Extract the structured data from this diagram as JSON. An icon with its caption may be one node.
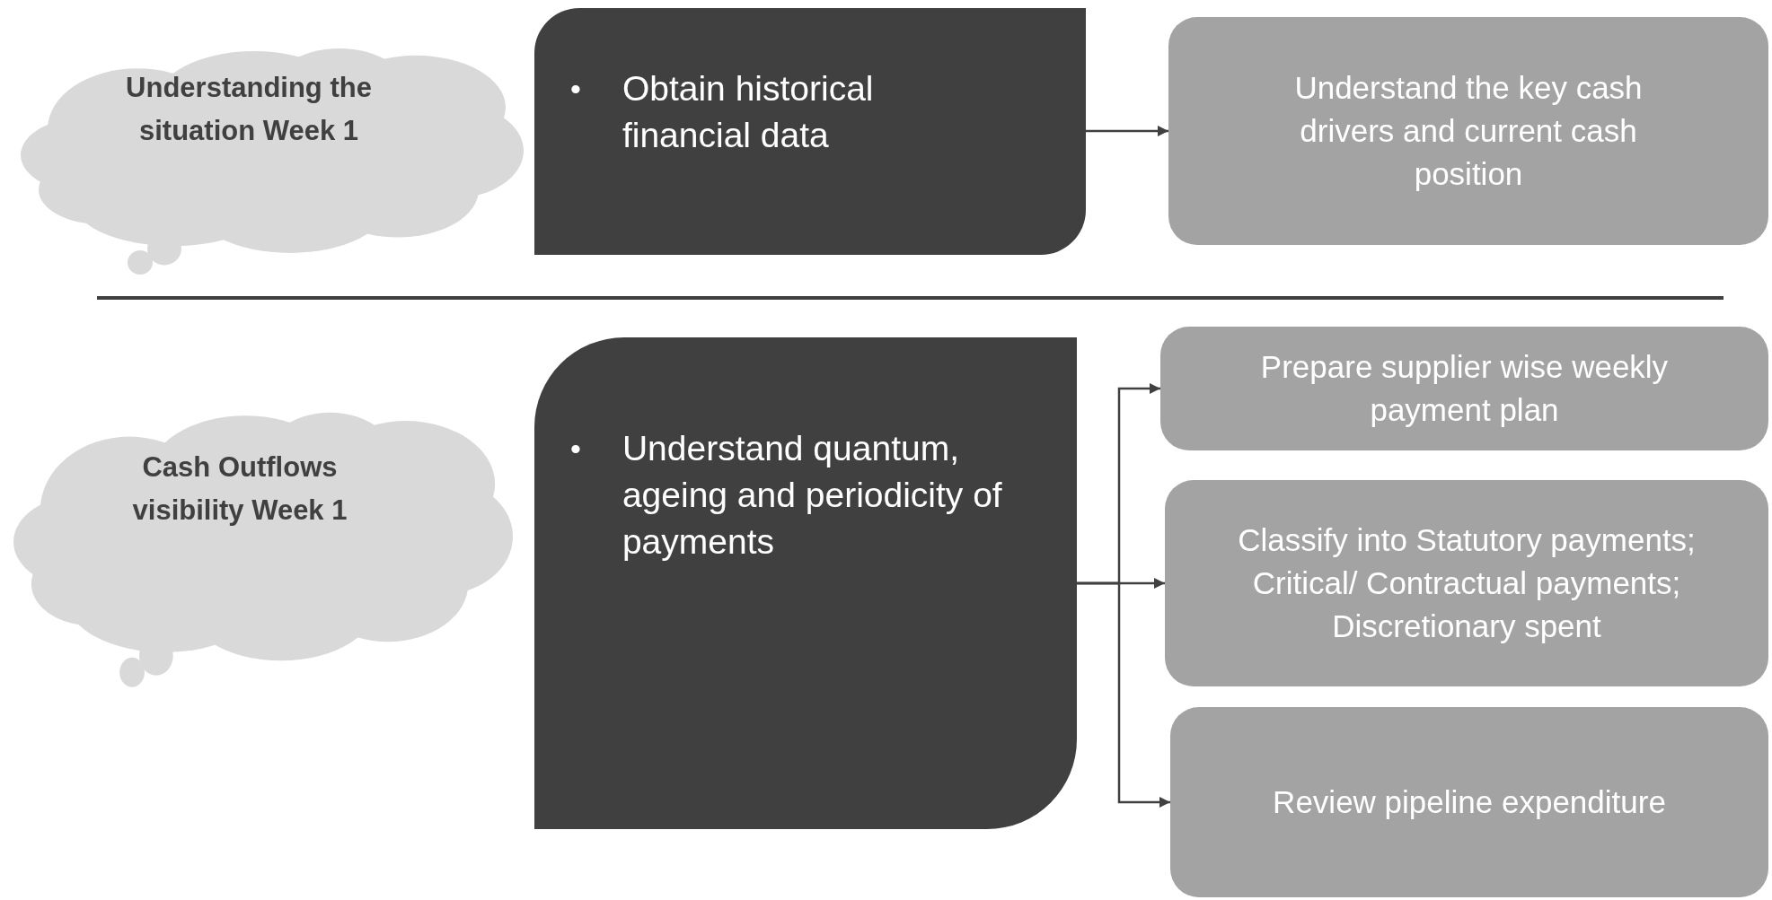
{
  "diagram": {
    "nodes": [
      {
        "text": [
          "Understanding the situation Week 1"
        ]
      },
      {
        "text": [
          "•",
          "Obtain historical financial data"
        ]
      },
      {
        "text": [
          "Understand the key cash drivers and current cash position"
        ]
      },
      {
        "text": [
          "Cash Outflows visibility Week 1"
        ]
      },
      {
        "text": [
          "•",
          "Understand quantum, ageing and periodicity of payments"
        ]
      },
      {
        "text": [
          "Prepare supplier wise weekly payment plan"
        ]
      },
      {
        "text": [
          "Classify into Statutory payments; Critical/ Contractual payments; Discretionary spent"
        ]
      },
      {
        "text": [
          "Review pipeline expenditure"
        ]
      }
    ],
    "edges": [
      {
        "from": 1,
        "to": 2,
        "arrow": "to"
      },
      {
        "from": 4,
        "to": 5,
        "arrow": "to"
      },
      {
        "from": 4,
        "to": 6,
        "arrow": "to"
      },
      {
        "from": 4,
        "to": 7,
        "arrow": "to"
      }
    ]
  }
}
